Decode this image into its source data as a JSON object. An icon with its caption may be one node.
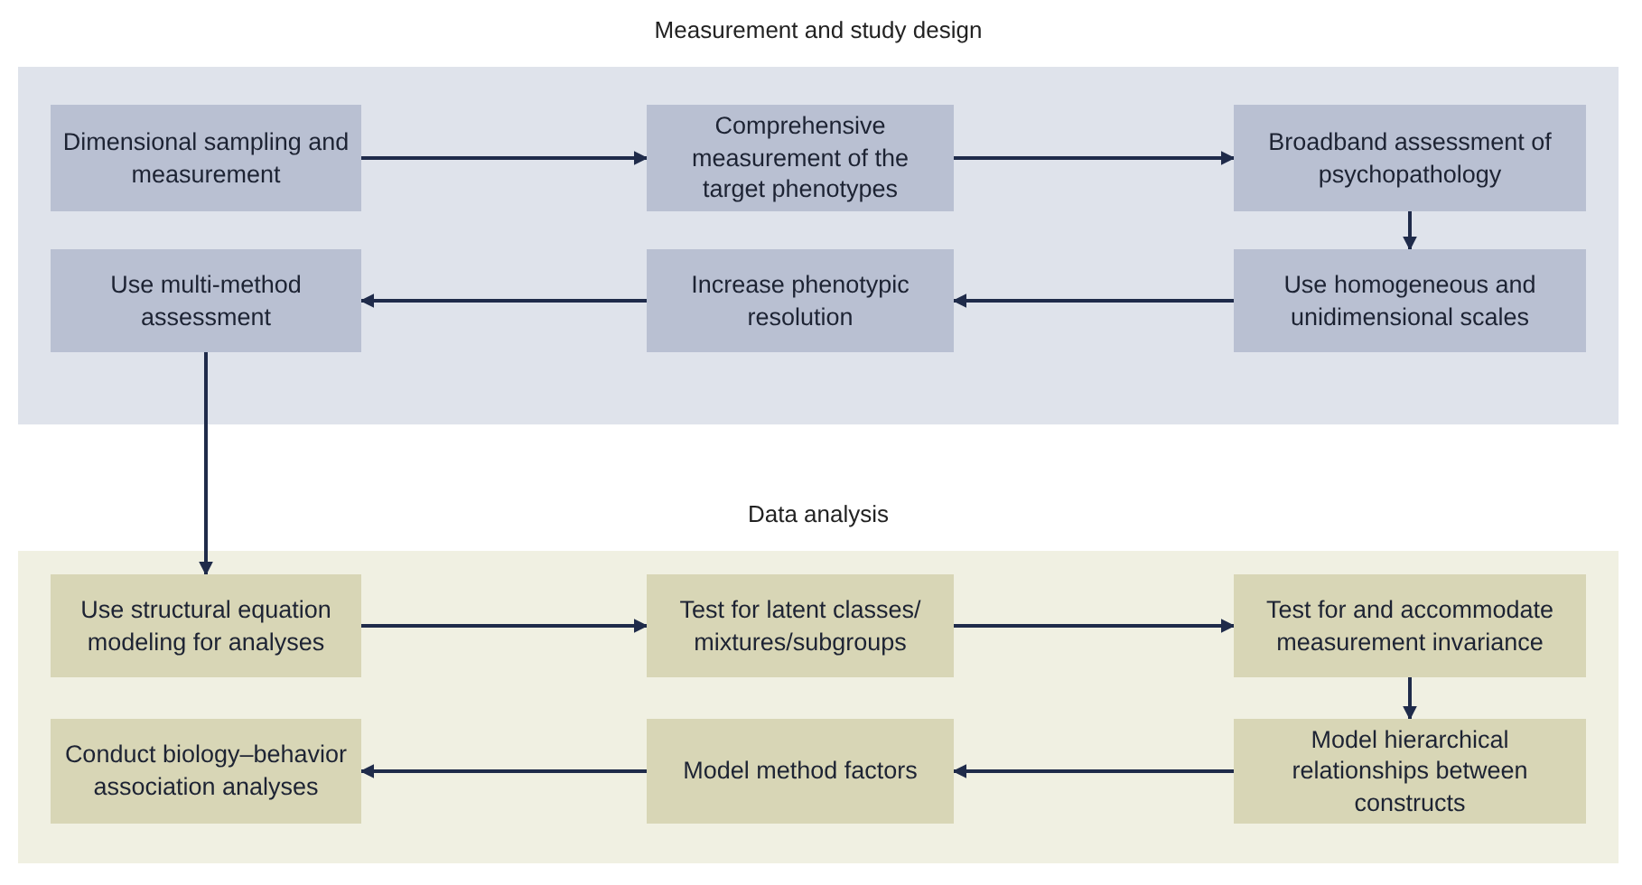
{
  "diagram": {
    "nodes": [
      {
        "text": [
          "Measurement and study design"
        ]
      },
      {
        "text": [
          "Dimensional sampling and measurement"
        ],
        "in": 0
      },
      {
        "text": [
          "Comprehensive measurement of the target phenotypes"
        ],
        "in": 0
      },
      {
        "text": [
          "Broadband assessment of psychopathology"
        ],
        "in": 0
      },
      {
        "text": [
          "Use multi-method assessment"
        ],
        "in": 0
      },
      {
        "text": [
          "Increase phenotypic resolution"
        ],
        "in": 0
      },
      {
        "text": [
          "Use homogeneous and unidimensional scales"
        ],
        "in": 0
      },
      {
        "text": [
          "Data analysis"
        ]
      },
      {
        "text": [
          "Use structural equation modeling for analyses"
        ],
        "in": 7
      },
      {
        "text": [
          "Test for latent classes/ mixtures/subgroups"
        ],
        "in": 7
      },
      {
        "text": [
          "Test for and accommodate measurement invariance"
        ],
        "in": 7
      },
      {
        "text": [
          "Conduct biology–behavior association analyses"
        ],
        "in": 7
      },
      {
        "text": [
          "Model method factors"
        ],
        "in": 7
      },
      {
        "text": [
          "Model hierarchical relationships between constructs"
        ],
        "in": 7
      }
    ],
    "edges": [
      {
        "from": 1,
        "to": 2,
        "arrow": "to"
      },
      {
        "from": 2,
        "to": 3,
        "arrow": "to"
      },
      {
        "from": 3,
        "to": 6,
        "arrow": "to"
      },
      {
        "from": 6,
        "to": 5,
        "arrow": "to"
      },
      {
        "from": 5,
        "to": 4,
        "arrow": "to"
      },
      {
        "from": 4,
        "to": 8,
        "arrow": "to"
      },
      {
        "from": 8,
        "to": 9,
        "arrow": "to"
      },
      {
        "from": 9,
        "to": 10,
        "arrow": "to"
      },
      {
        "from": 10,
        "to": 13,
        "arrow": "to"
      },
      {
        "from": 13,
        "to": 12,
        "arrow": "to"
      },
      {
        "from": 12,
        "to": 11,
        "arrow": "to"
      }
    ]
  }
}
